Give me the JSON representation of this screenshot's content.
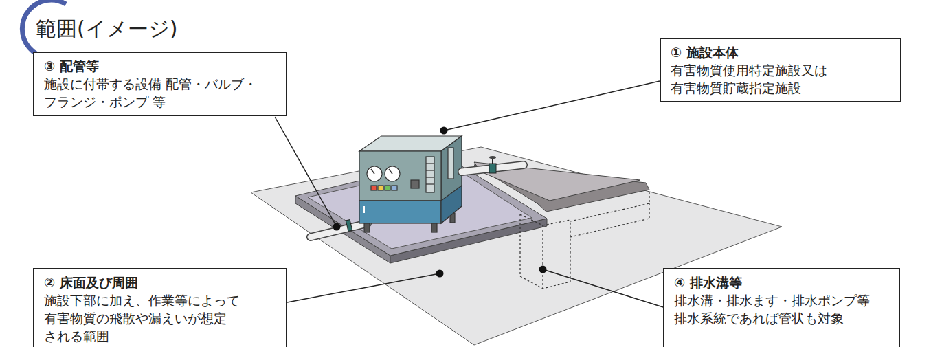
{
  "diagram": {
    "title": "範囲(イメージ)",
    "nodes": [
      {
        "text": [
          "① 施設本体",
          "有害物質使用特定施設又は 有害物質貯蔵指定施設"
        ]
      },
      {
        "text": [
          "③ 配管等",
          "施設に付帯する設備 配管・バルブ・フランジ・ポンプ 等"
        ]
      },
      {
        "text": [
          "② 床面及び周囲",
          "施設下部に加え、作業等によって 有害物質の飛散や漏えいが想定 される範囲"
        ]
      },
      {
        "text": [
          "④ 排水溝等",
          "排水溝・排水ます・排水ポンプ等 排水系統であれば管状も対象"
        ]
      }
    ]
  }
}
